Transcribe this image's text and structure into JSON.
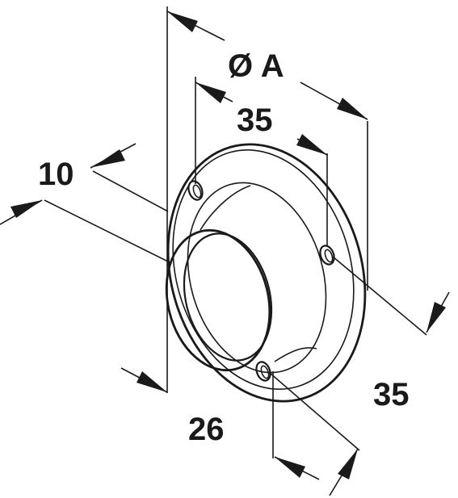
{
  "dimensions": {
    "diameter_a": "Ø A",
    "hole_spacing_top": "35",
    "flange_thickness": "10",
    "hole_spacing_side": "35",
    "depth": "26"
  },
  "colors": {
    "line": "#1a1a1a",
    "background": "#ffffff"
  }
}
